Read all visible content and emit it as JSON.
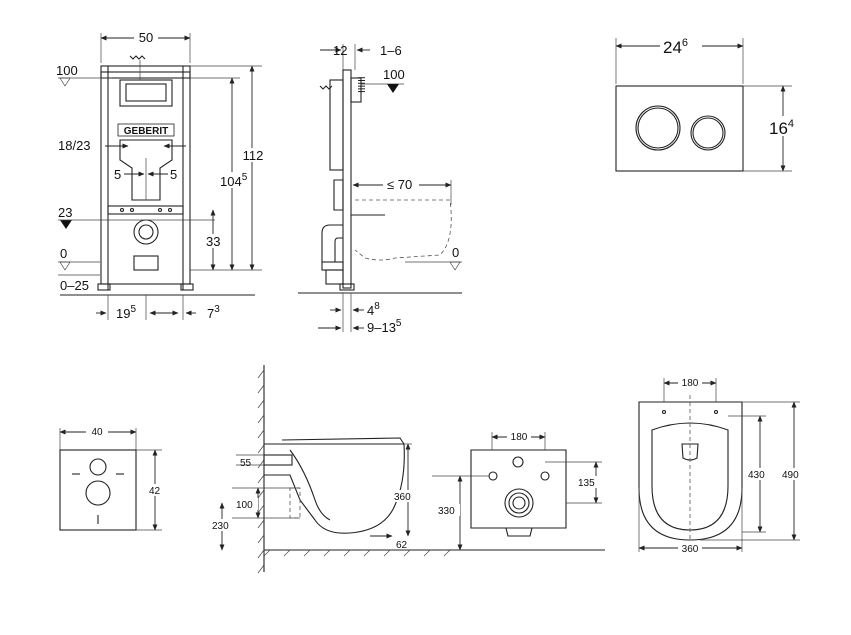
{
  "frame_front": {
    "width": "50",
    "level_top": "100",
    "level_valve": "23",
    "level_floor": "0",
    "floor_range": "0–25",
    "height_total": "112",
    "height_frame": "104",
    "height_frame_sup": "5",
    "height_outlet": "33",
    "inlet_spacing": "18/23",
    "offset_left": "5",
    "offset_right": "5",
    "foot_left": "19",
    "foot_left_sup": "5",
    "foot_right": "7",
    "foot_right_sup": "3",
    "brand": "GEBERIT"
  },
  "frame_side": {
    "depth_top": "12",
    "depth_range": "1–6",
    "level_top": "100",
    "reach": "≤ 70",
    "level_floor": "0",
    "foot_depth": "4",
    "foot_depth_sup": "8",
    "foot_range": "9–13",
    "foot_range_sup": "5",
    "plate_label": "IIIIII"
  },
  "flush_plate": {
    "width": "24",
    "width_sup": "6",
    "height": "16",
    "height_sup": "4"
  },
  "small_plate": {
    "width": "40",
    "height": "42"
  },
  "bowl_side": {
    "inlet_height": "55",
    "bowl_height": "360",
    "outlet_size": "100",
    "outlet_height": "230",
    "floor_gap": "62"
  },
  "bowl_back": {
    "bolt_spacing": "180",
    "bolt_height": "135",
    "mount_height": "330"
  },
  "bowl_top": {
    "bolt_spacing": "180",
    "inner_length": "430",
    "total_length": "490",
    "width": "360"
  },
  "colors": {
    "line": "#222222",
    "fill_gray": "#cfcfcf"
  }
}
